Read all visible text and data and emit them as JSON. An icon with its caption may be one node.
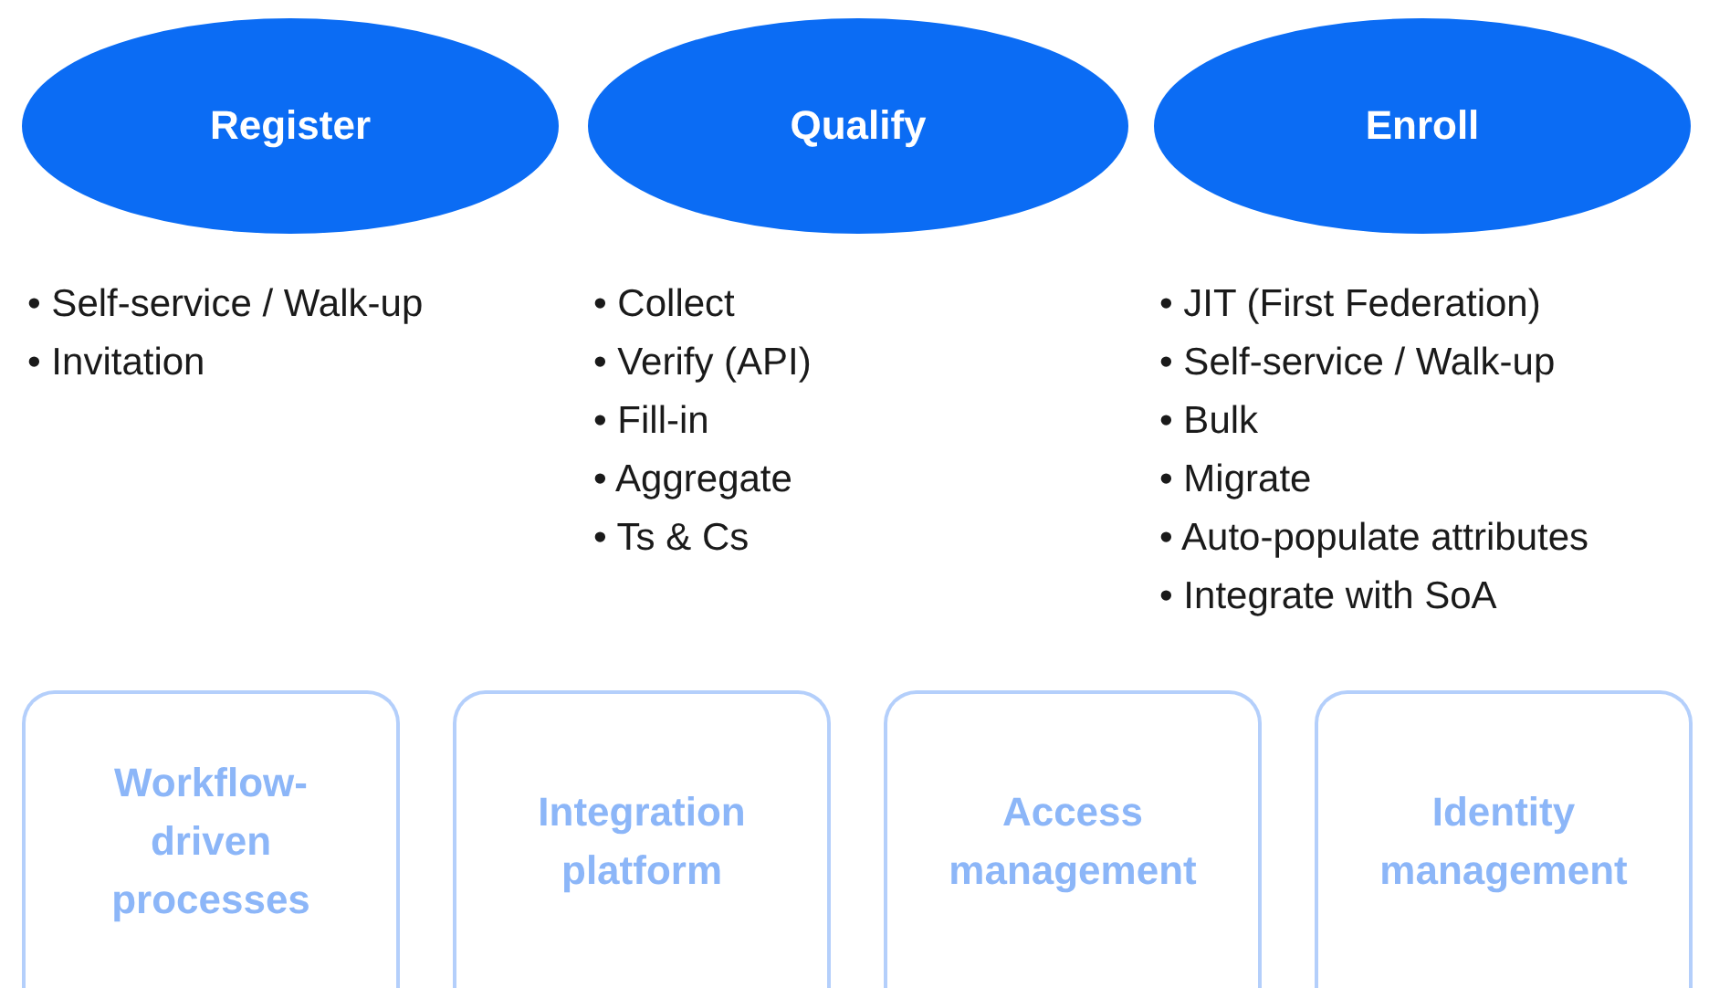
{
  "diagram": {
    "nodes": [
      {
        "text": [
          "Register"
        ],
        "beside": [
          "• Self-service / Walk-up",
          "• Invitation"
        ]
      },
      {
        "text": [
          "Qualify"
        ],
        "beside": [
          "• Collect",
          "• Verify (API)",
          "• Fill-in",
          "• Aggregate",
          "• Ts & Cs"
        ]
      },
      {
        "text": [
          "Enroll"
        ],
        "beside": [
          "• JIT (First Federation)",
          "• Self-service / Walk-up",
          "• Bulk",
          "• Migrate",
          "• Auto-populate attributes",
          "• Integrate with SoA"
        ]
      },
      {
        "text": [
          "Workflow-driven processes"
        ]
      },
      {
        "text": [
          "Integration platform"
        ]
      },
      {
        "text": [
          "Access management"
        ]
      },
      {
        "text": [
          "Identity management"
        ]
      }
    ]
  }
}
